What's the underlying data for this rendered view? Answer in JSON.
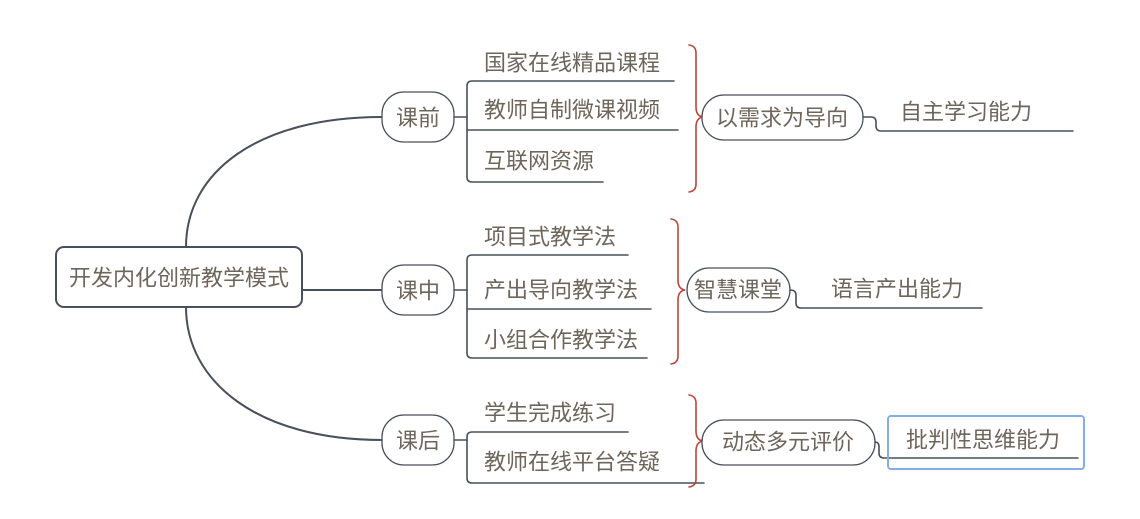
{
  "mindmap": {
    "root": {
      "label": "开发内化创新教学模式"
    },
    "branches": [
      {
        "label": "课前",
        "children": [
          "国家在线精品课程",
          "教师自制微课视频",
          "互联网资源"
        ],
        "summary": "以需求为导向",
        "outcome": "自主学习能力"
      },
      {
        "label": "课中",
        "children": [
          "项目式教学法",
          "产出导向教学法",
          "小组合作教学法"
        ],
        "summary": "智慧课堂",
        "outcome": "语言产出能力"
      },
      {
        "label": "课后",
        "children": [
          "学生完成练习",
          "教师在线平台答疑"
        ],
        "summary": "动态多元评价",
        "outcome": "批判性思维能力"
      }
    ],
    "selected_topic": "批判性思维能力",
    "colors": {
      "line": "#47505b",
      "text": "#6e655b",
      "brace": "#c0443c",
      "selection": "#85aee9",
      "background": "#ffffff"
    }
  }
}
